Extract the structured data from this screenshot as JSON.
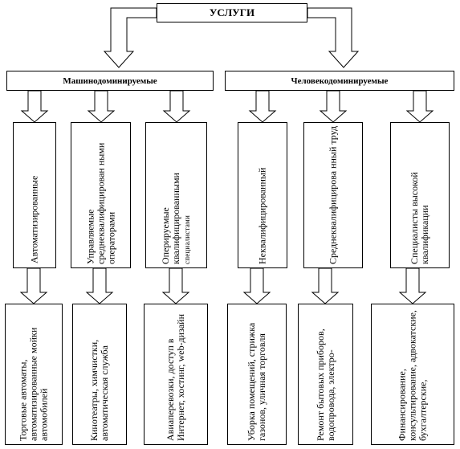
{
  "root": {
    "label": "УСЛУГИ"
  },
  "groups": [
    {
      "label": "Машинодоминируемые",
      "categories": [
        {
          "label": "Автоматизированные",
          "example": "Торговые автоматы, автоматизированные мойки автомобилей"
        },
        {
          "label": "Управляемые среднеквалифицирован ными операторами",
          "example": "Кинотеатры, химчистки, автоматическая служба"
        },
        {
          "label": "Оперируемые квалифицированными",
          "label_small": "специалистами",
          "example": "Авиаперевозки, доступ в Интернет, хостинг, web-дизайн"
        }
      ]
    },
    {
      "label": "Человекодоминируемые",
      "categories": [
        {
          "label": "Неквалифицированный",
          "example": "Уборка помещений, стрижка газонов, уличная торговля"
        },
        {
          "label": "Среднеквалифицирова нный труд",
          "example": "Ремонт бытовых приборов, водопровода, электро-"
        },
        {
          "label": "Специалисты высокой квалификации",
          "example": "Финансирование, консультирование, адвокатские, бухгалтерские,"
        }
      ]
    }
  ],
  "colors": {
    "stroke": "#000000",
    "arrow_fill": "#ffffff",
    "background": "#ffffff"
  }
}
